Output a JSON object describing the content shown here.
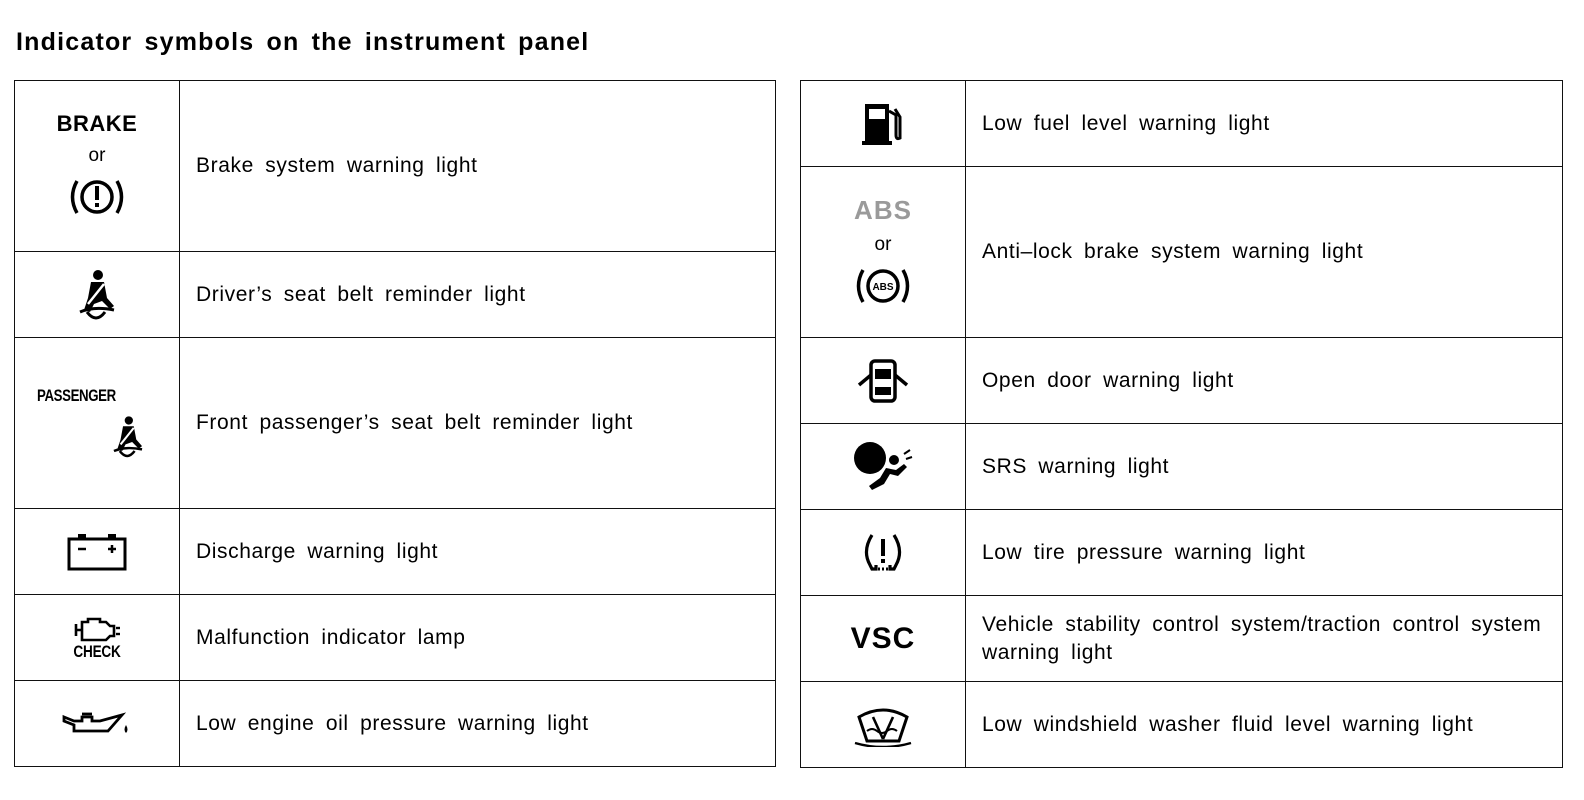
{
  "title": "Indicator symbols on the instrument panel",
  "left_rows": [
    {
      "symbol_text": "BRAKE",
      "or": "or",
      "label": "Brake system warning light"
    },
    {
      "label": "Driver’s seat belt reminder light"
    },
    {
      "symbol_text": "PASSENGER",
      "label": "Front passenger’s seat belt reminder light"
    },
    {
      "label": "Discharge warning light"
    },
    {
      "symbol_text": "CHECK",
      "label": "Malfunction indicator lamp"
    },
    {
      "label": "Low engine oil pressure warning light"
    }
  ],
  "right_rows": [
    {
      "label": "Low fuel level warning light"
    },
    {
      "symbol_text": "ABS",
      "or": "or",
      "label": "Anti–lock brake system warning light"
    },
    {
      "label": "Open door warning light"
    },
    {
      "label": "SRS warning light"
    },
    {
      "label": "Low tire pressure warning light"
    },
    {
      "symbol_text": "VSC",
      "label": "Vehicle stability control system/traction control system warning light"
    },
    {
      "label": "Low windshield washer fluid level warning light"
    }
  ],
  "icons": {
    "left": [
      "brake-warning-icon",
      "seat-belt-icon",
      "passenger-seat-belt-icon",
      "battery-icon",
      "check-engine-icon",
      "oil-can-icon"
    ],
    "right": [
      "fuel-pump-icon",
      "abs-icon",
      "open-door-icon",
      "airbag-icon",
      "tire-pressure-icon",
      "vsc-icon",
      "washer-fluid-icon"
    ]
  }
}
